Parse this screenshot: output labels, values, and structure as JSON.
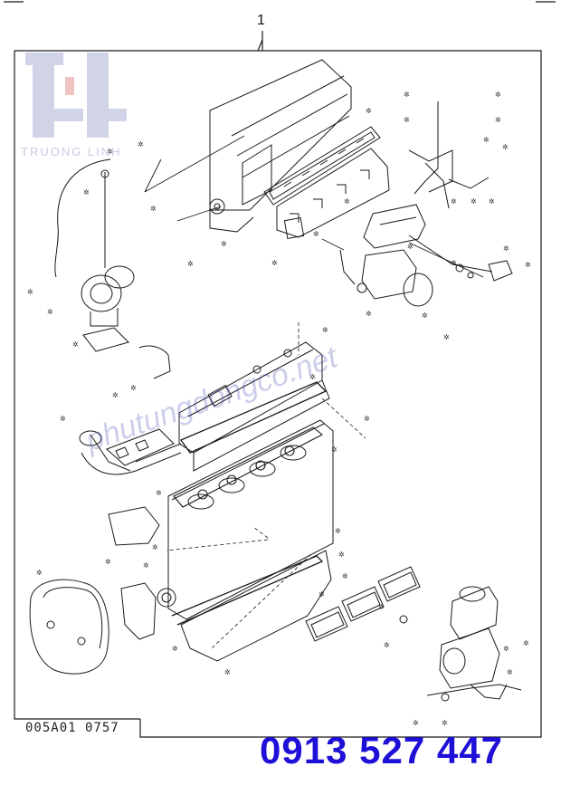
{
  "diagram": {
    "reference_number": "1",
    "document_code": "005A01 0757",
    "marker_symbol": "✲"
  },
  "watermark": {
    "brand": "TRUONG LINH",
    "website": "phutungdongco.net"
  },
  "contact": {
    "phone": "0913 527 447"
  },
  "colors": {
    "line": "#1a1a1a",
    "phone": "#1f10d8",
    "watermark": "#9aa0c8",
    "logo_red": "#e07a7a"
  }
}
